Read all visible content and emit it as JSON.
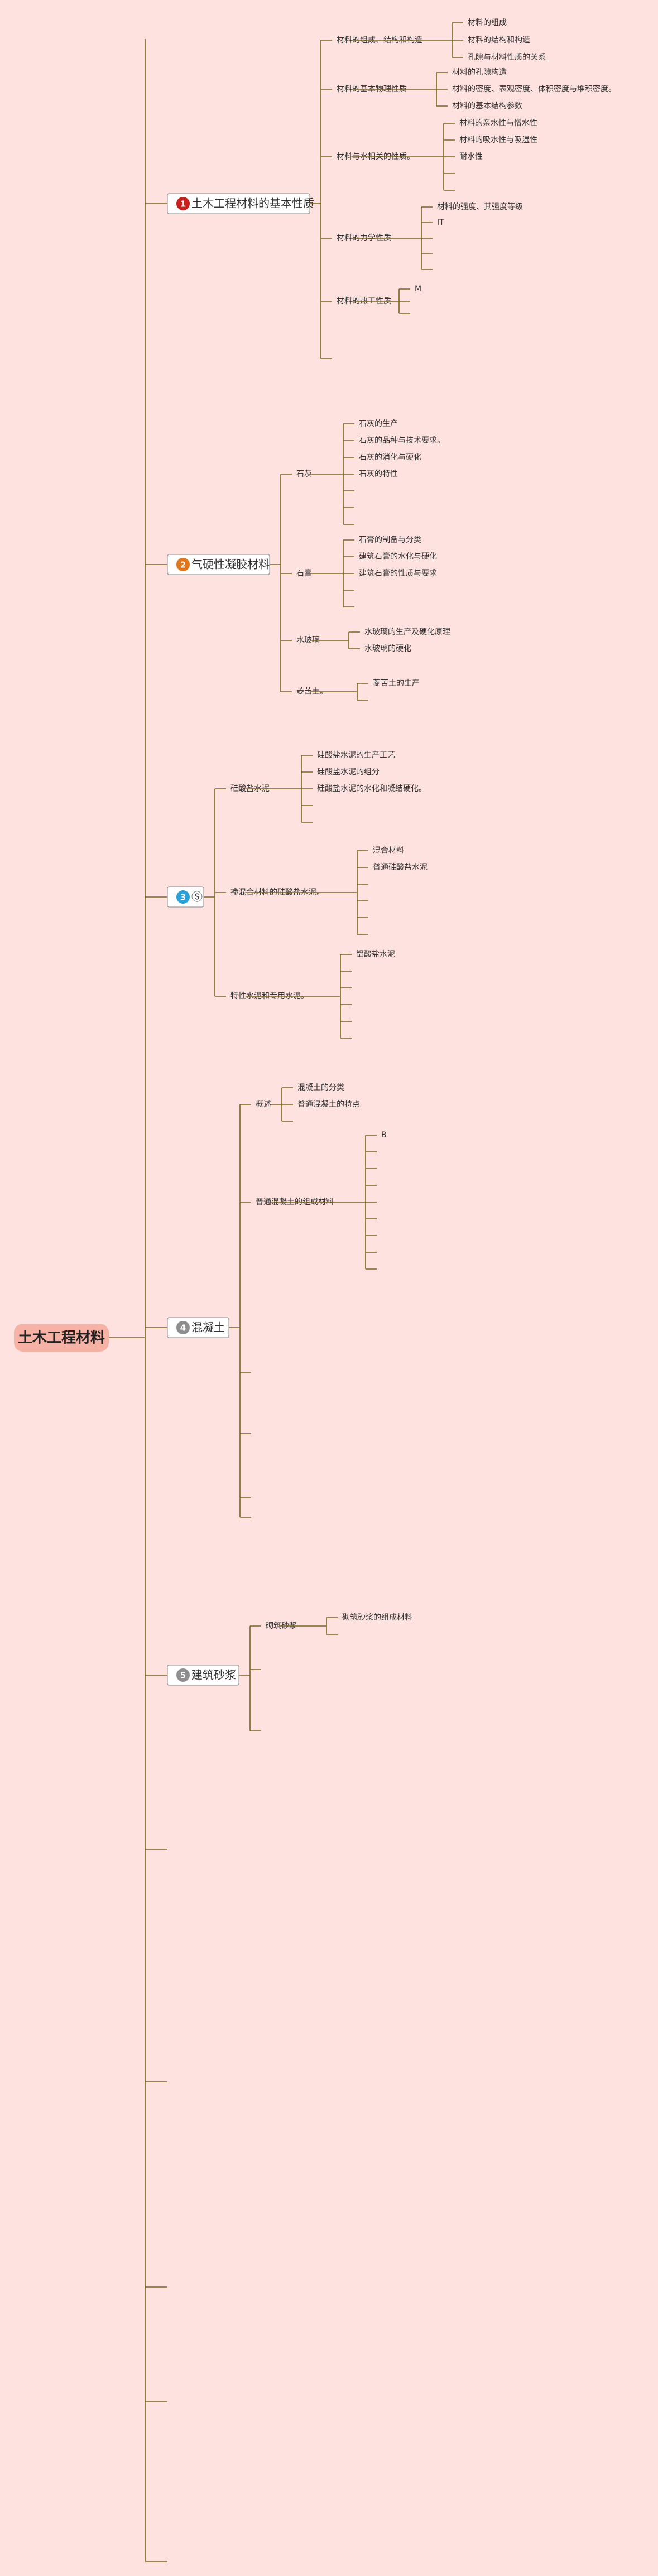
{
  "root": {
    "label": "土木工程材料",
    "color": "#f6b2a5"
  },
  "line_color": "#7a6620",
  "chapters": [
    {
      "number": "1",
      "label": "土木工程材料的基本性质",
      "badge_color": "#c9201d",
      "sections": [
        {
          "label": "材料的组成、结构和构造",
          "items": [
            "材料的组成",
            "材料的结构和构造",
            "孔隙与材料性质的关系"
          ]
        },
        {
          "label": "材料的基本物理性质",
          "items": [
            "材料的孔隙构造",
            "材料的密度、表观密度、体积密度与堆积密度。",
            "材料的基本结构参数"
          ]
        },
        {
          "label": "材料与水相关的性质。",
          "items": [
            "材料的亲水性与憎水性",
            "材料的吸水性与吸湿性",
            "耐水性",
            "",
            ""
          ]
        },
        {
          "label": "材料的力学性质",
          "items": [
            "材料的强度、其强度等级",
            "IT",
            "",
            "",
            ""
          ]
        },
        {
          "label": "材料的热工性质",
          "items": [
            "M",
            "",
            ""
          ]
        },
        {
          "label": "",
          "items": []
        }
      ]
    },
    {
      "number": "2",
      "label": "气硬性凝胶材料",
      "badge_color": "#e2761d",
      "sections": [
        {
          "label": "石灰",
          "items": [
            "石灰的生产",
            "石灰的品种与技术要求。",
            "石灰的消化与硬化",
            "石灰的特性",
            "",
            "",
            ""
          ]
        },
        {
          "label": "石膏",
          "items": [
            "石膏的制备与分类",
            "建筑石膏的水化与硬化",
            "建筑石膏的性质与要求",
            "",
            ""
          ]
        },
        {
          "label": "水玻璃",
          "items": [
            "水玻璃的生产及硬化原理",
            "水玻璃的硬化"
          ]
        },
        {
          "label": "菱苦土。",
          "items": [
            "菱苦土的生产",
            ""
          ]
        }
      ]
    },
    {
      "number": "3",
      "label": "Ⓢ",
      "badge_color": "#2ba1d9",
      "sections": [
        {
          "label": "硅酸盐水泥",
          "items": [
            "硅酸盐水泥的生产工艺",
            "硅酸盐水泥的组分",
            "硅酸盐水泥的水化和凝结硬化。",
            "",
            ""
          ]
        },
        {
          "label": "掺混合材料的硅酸盐水泥。",
          "items": [
            "混合材料",
            "普通硅酸盐水泥",
            "",
            "",
            "",
            ""
          ]
        },
        {
          "label": "特性水泥和专用水泥。",
          "items": [
            "铝酸盐水泥",
            "",
            "",
            "",
            "",
            ""
          ]
        }
      ]
    },
    {
      "number": "4",
      "label": "混凝土",
      "badge_color": "#8e8e8e",
      "sections": [
        {
          "label": "概述",
          "items": [
            "混凝土的分类",
            "普通混凝土的特点",
            ""
          ]
        },
        {
          "label": "普通混凝土的组成材料",
          "items": [
            "B",
            "",
            "",
            "",
            "",
            "",
            "",
            "",
            ""
          ]
        },
        {
          "label": "",
          "items": []
        },
        {
          "label": "",
          "items": []
        },
        {
          "label": "",
          "items": []
        },
        {
          "label": "",
          "items": []
        }
      ]
    },
    {
      "number": "5",
      "label": "建筑砂浆",
      "badge_color": "#8e8e8e",
      "sections": [
        {
          "label": "砌筑砂浆",
          "items": [
            "砌筑砂浆的组成材料",
            ""
          ]
        },
        {
          "label": "",
          "items": []
        },
        {
          "label": "",
          "items": []
        }
      ]
    }
  ],
  "trailing_branches": 5
}
